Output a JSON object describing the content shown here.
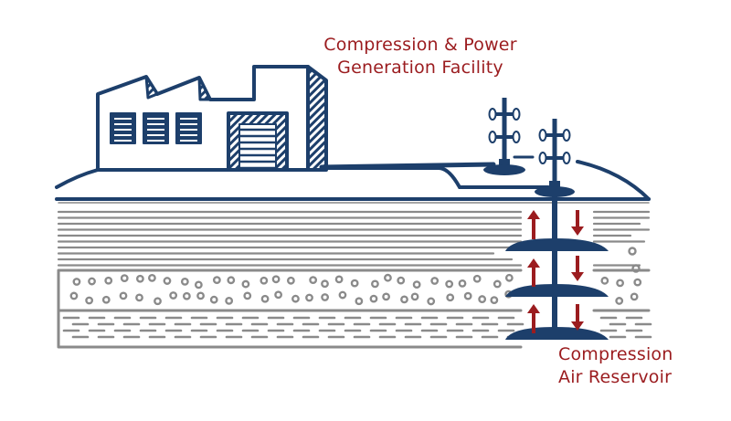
{
  "labels": {
    "facility_line1": "Compression & Power",
    "facility_line2": "Generation Facility",
    "reservoir_line1": "Compression",
    "reservoir_line2": "Air Reservoir"
  },
  "colors": {
    "navy": "#1d3f6b",
    "red": "#9b1c1f",
    "gray": "#8a8a8a"
  }
}
